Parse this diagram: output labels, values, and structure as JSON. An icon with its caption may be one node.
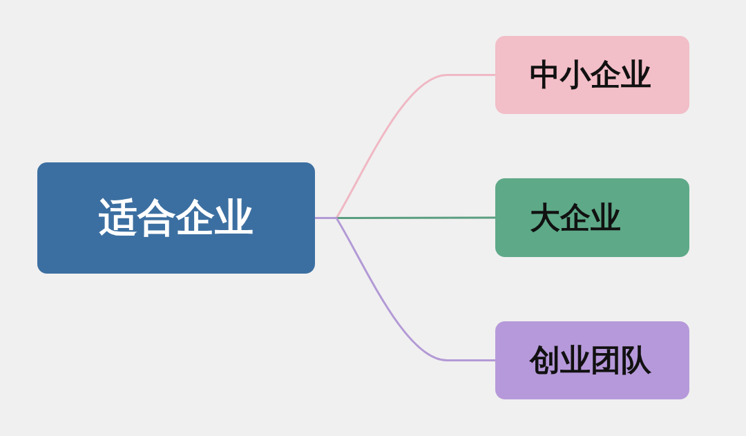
{
  "diagram": {
    "nodes": [
      {
        "text": [
          "适合企业"
        ]
      },
      {
        "text": [
          "中小企业"
        ]
      },
      {
        "text": [
          "大企业"
        ]
      },
      {
        "text": [
          "创业团队"
        ]
      }
    ],
    "edges": [
      {
        "from": 0,
        "to": 1,
        "arrow": "none",
        "color": "#f0b8c4"
      },
      {
        "from": 0,
        "to": 2,
        "arrow": "none",
        "color": "#5a9e80"
      },
      {
        "from": 0,
        "to": 3,
        "arrow": "none",
        "color": "#b39ad6"
      }
    ]
  }
}
